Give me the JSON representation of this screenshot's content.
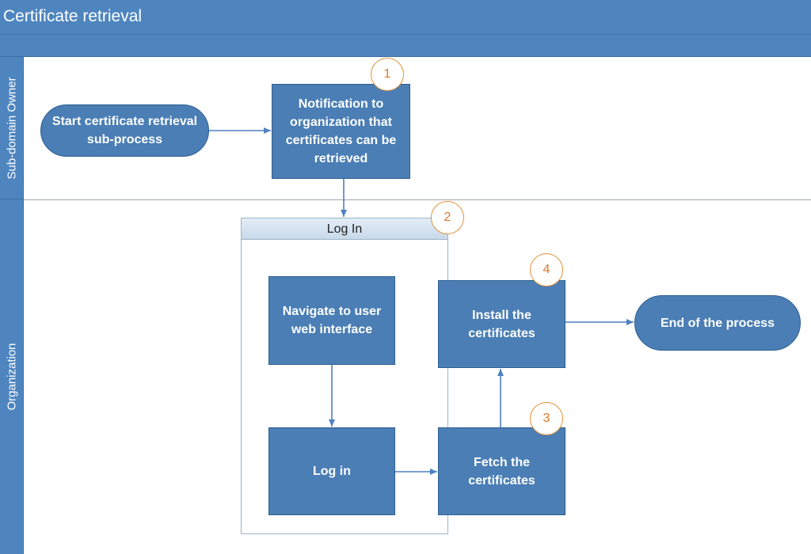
{
  "title": "Certificate retrieval",
  "lanes": {
    "owner": "Sub-domain Owner",
    "organization": "Organization"
  },
  "nodes": {
    "start": [
      "Start certificate retrieval",
      "sub-process"
    ],
    "notification": [
      "Notification to",
      "organization that",
      "certificates can be",
      "retrieved"
    ],
    "navigate": [
      "Navigate to user",
      "web interface"
    ],
    "login": [
      "Log in"
    ],
    "fetch": [
      "Fetch the",
      "certificates"
    ],
    "install": [
      "Install the",
      "certificates"
    ],
    "end": [
      "End of the process"
    ]
  },
  "group": {
    "title": "Log In"
  },
  "badges": {
    "b1": "1",
    "b2": "2",
    "b3": "3",
    "b4": "4"
  },
  "colors": {
    "header": "#4e85bf",
    "shape": "#4a7eb5",
    "arrow": "#4f81bd",
    "badge": "#e2923c"
  }
}
